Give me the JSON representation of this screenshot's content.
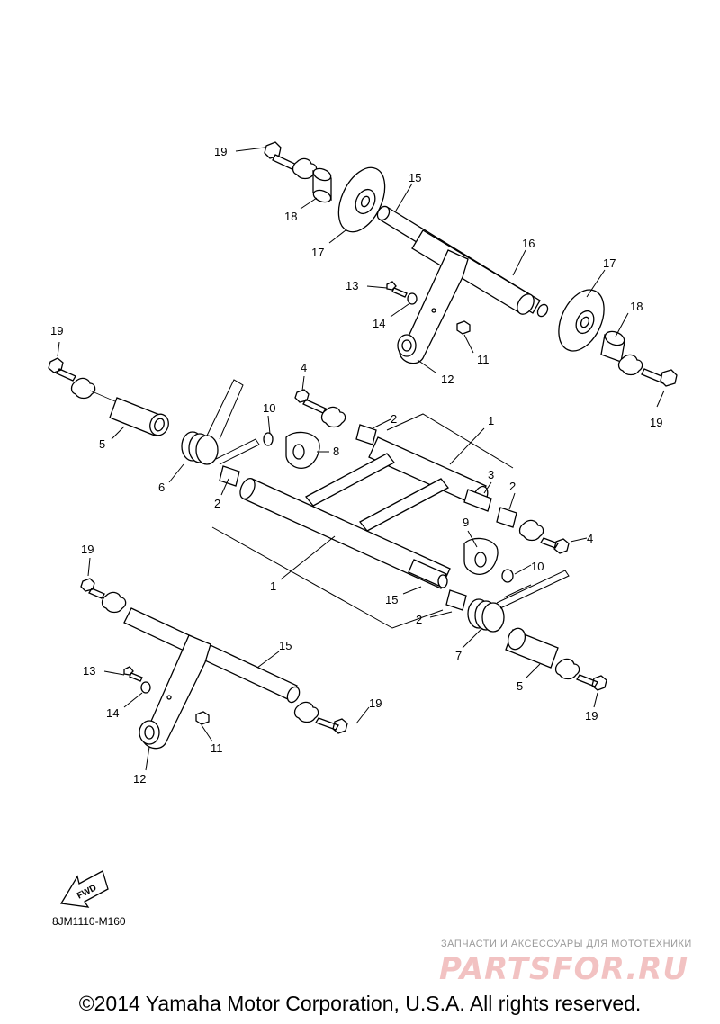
{
  "diagram": {
    "callouts": [
      {
        "id": "c19a",
        "text": "19"
      },
      {
        "id": "c18a",
        "text": "18"
      },
      {
        "id": "c17a",
        "text": "17"
      },
      {
        "id": "c15a",
        "text": "15"
      },
      {
        "id": "c16",
        "text": "16"
      },
      {
        "id": "c17b",
        "text": "17"
      },
      {
        "id": "c18b",
        "text": "18"
      },
      {
        "id": "c13a",
        "text": "13"
      },
      {
        "id": "c14a",
        "text": "14"
      },
      {
        "id": "c11a",
        "text": "11"
      },
      {
        "id": "c12a",
        "text": "12"
      },
      {
        "id": "c19b",
        "text": "19"
      },
      {
        "id": "c19c",
        "text": "19"
      },
      {
        "id": "c4a",
        "text": "4"
      },
      {
        "id": "c2a",
        "text": "2"
      },
      {
        "id": "c1a",
        "text": "1"
      },
      {
        "id": "c10a",
        "text": "10"
      },
      {
        "id": "c8",
        "text": "8"
      },
      {
        "id": "c5a",
        "text": "5"
      },
      {
        "id": "c6",
        "text": "6"
      },
      {
        "id": "c2b",
        "text": "2"
      },
      {
        "id": "c3",
        "text": "3"
      },
      {
        "id": "c2c",
        "text": "2"
      },
      {
        "id": "c9",
        "text": "9"
      },
      {
        "id": "c4b",
        "text": "4"
      },
      {
        "id": "c10b",
        "text": "10"
      },
      {
        "id": "c1b",
        "text": "1"
      },
      {
        "id": "c15b",
        "text": "15"
      },
      {
        "id": "c2d",
        "text": "2"
      },
      {
        "id": "c7",
        "text": "7"
      },
      {
        "id": "c5b",
        "text": "5"
      },
      {
        "id": "c19d",
        "text": "19"
      },
      {
        "id": "c19e",
        "text": "19"
      },
      {
        "id": "c15c",
        "text": "15"
      },
      {
        "id": "c13b",
        "text": "13"
      },
      {
        "id": "c14b",
        "text": "14"
      },
      {
        "id": "c11b",
        "text": "11"
      },
      {
        "id": "c12b",
        "text": "12"
      },
      {
        "id": "c19f",
        "text": "19"
      }
    ],
    "fwd_label": "FWD",
    "diagram_code": "8JM1110-M160"
  },
  "watermark": {
    "tagline": "ЗАПЧАСТИ И АКСЕССУАРЫ ДЛЯ МОТОТЕХНИКИ",
    "logo": "PARTSFOR.RU"
  },
  "footer": {
    "copyright": "©2014 Yamaha Motor Corporation, U.S.A. All rights reserved."
  }
}
